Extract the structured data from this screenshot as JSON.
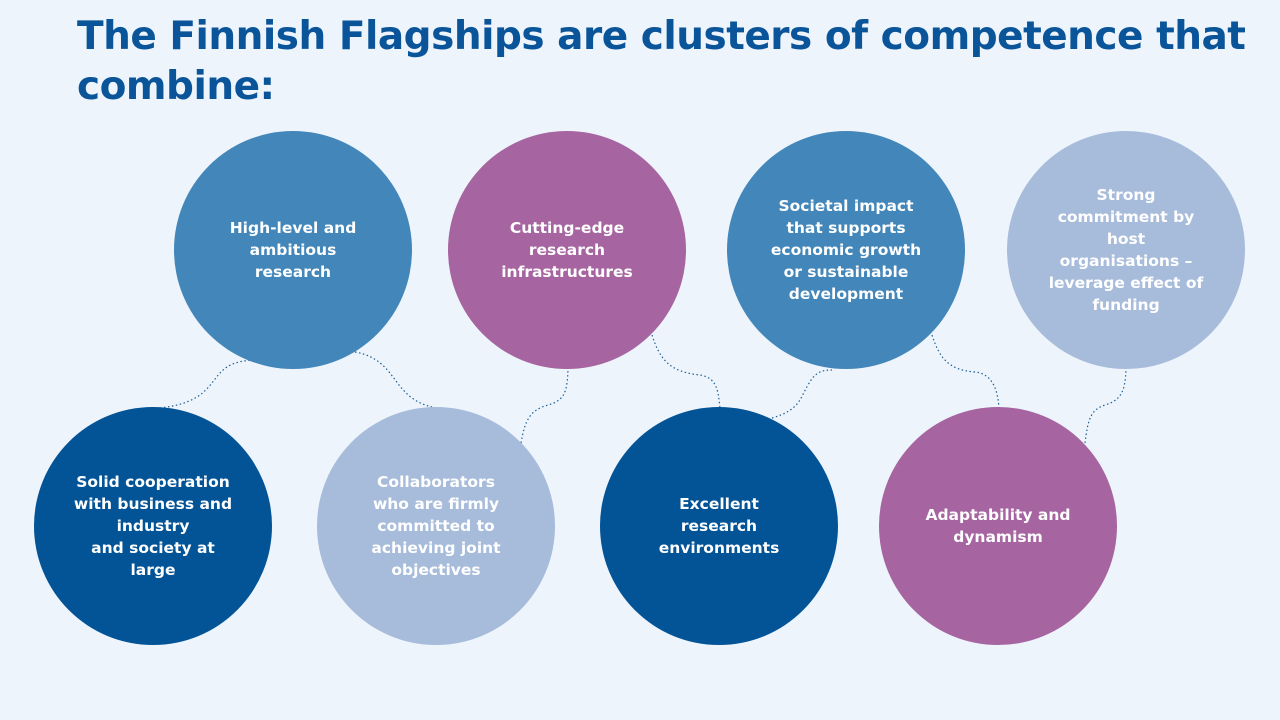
{
  "title": "The Finnish Flagships are clusters of competence that combine:",
  "colors": {
    "background": "#edf4fb",
    "title": "#0a5499",
    "medium_blue": "#4386ba",
    "purple": "#a665a1",
    "light_blue": "#a7bbdb",
    "dark_blue": "#035397"
  },
  "circles": {
    "high_level_research": "High-level and\nambitious\nresearch",
    "research_infrastructures": "Cutting-edge\nresearch\ninfrastructures",
    "societal_impact": "Societal impact\nthat supports\neconomic growth\nor sustainable\ndevelopment",
    "host_commitment": "Strong\ncommitment by\nhost\norganisations –\nleverage effect of\nfunding",
    "cooperation": "Solid cooperation\nwith business and\nindustry\nand society at\nlarge",
    "collaborators": "Collaborators\nwho are firmly\ncommitted to\nachieving joint\nobjectives",
    "research_environments": "Excellent\nresearch\nenvironments",
    "adaptability": "Adaptability and\ndynamism"
  }
}
